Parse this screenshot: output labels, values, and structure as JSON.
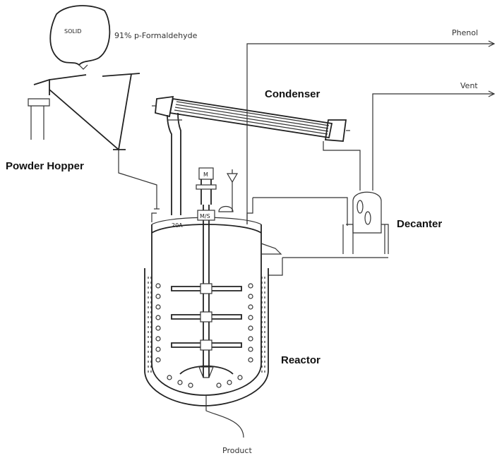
{
  "labels": {
    "solid": "SOLID",
    "feed": "91% p-Formaldehyde",
    "phenol": "Phenol",
    "vent": "Vent",
    "condenser": "Condenser",
    "powder_hopper": "Powder Hopper",
    "decanter": "Decanter",
    "reactor": "Reactor",
    "product": "Product",
    "motor": "M",
    "gearbox": "M/S",
    "nozzle": "20A"
  },
  "colors": {
    "line": "#333333",
    "text": "#111111"
  }
}
